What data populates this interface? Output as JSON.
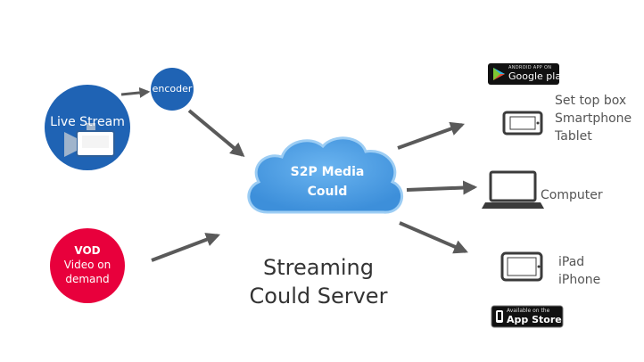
{
  "nodes": {
    "encoder": "encoder",
    "live_stream": "Live Stream",
    "vod_line1": "VOD",
    "vod_line2": "Video on",
    "vod_line3": "demand",
    "cloud_line1": "S2P Media",
    "cloud_line2": "Could"
  },
  "caption": {
    "line1": "Streaming",
    "line2": "Could Server"
  },
  "devices": {
    "group1": [
      "Set top box",
      "Smartphone",
      "Tablet"
    ],
    "group2": "Computer",
    "group3": [
      "iPad",
      "iPhone"
    ]
  },
  "badges": {
    "google_small": "ANDROID APP ON",
    "google_large": "Google play",
    "apple_small": "Available on the",
    "apple_large": "App Store"
  },
  "colors": {
    "blue_node": "#1f63b4",
    "red_node": "#e8003c",
    "cloud": "#5aa7e8",
    "arrow": "#5a5a5a"
  }
}
